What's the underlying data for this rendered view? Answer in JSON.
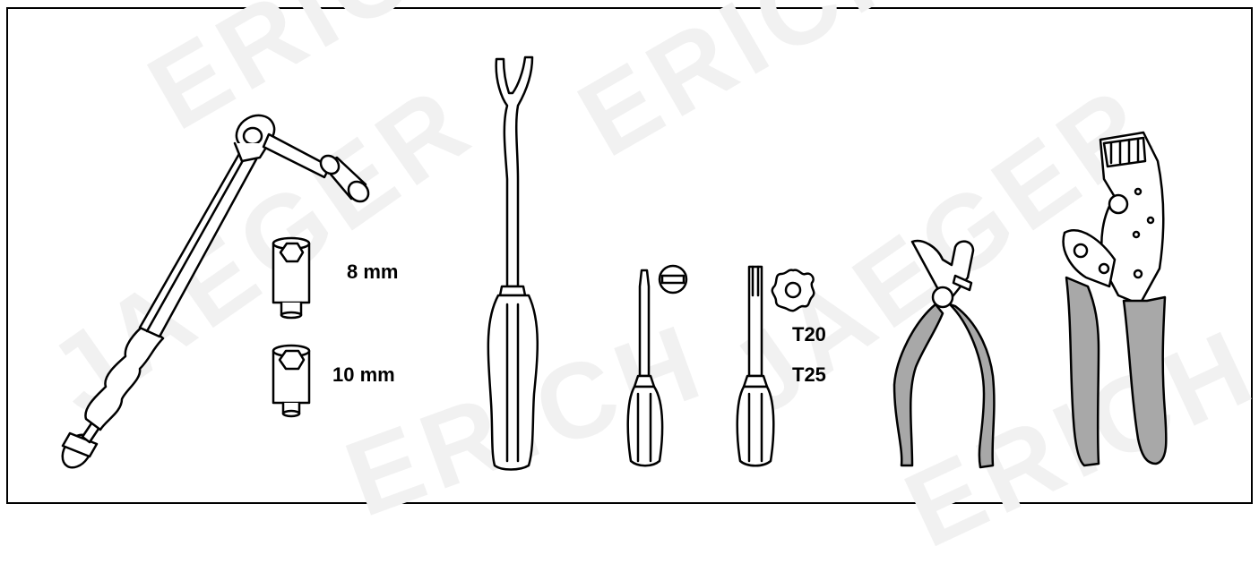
{
  "labels": {
    "socket_8": "8 mm",
    "socket_10": "10 mm",
    "torx_20": "T20",
    "torx_25": "T25"
  },
  "watermark": [
    "ERICH",
    "JAEGER",
    "ERICH",
    "JAEGER",
    "ERICH",
    "JAEGER",
    "ERICH"
  ],
  "colors": {
    "line": "#000000",
    "grip": "#a8a8a8",
    "watermark": "#f1f1f1"
  },
  "icons": [
    "torque-wrench-icon",
    "socket-icon",
    "trim-clip-remover-icon",
    "flat-screwdriver-icon",
    "slotted-tip-symbol-icon",
    "torx-screwdriver-icon",
    "torx-tip-symbol-icon",
    "wire-stripper-icon",
    "crimping-pliers-icon"
  ]
}
